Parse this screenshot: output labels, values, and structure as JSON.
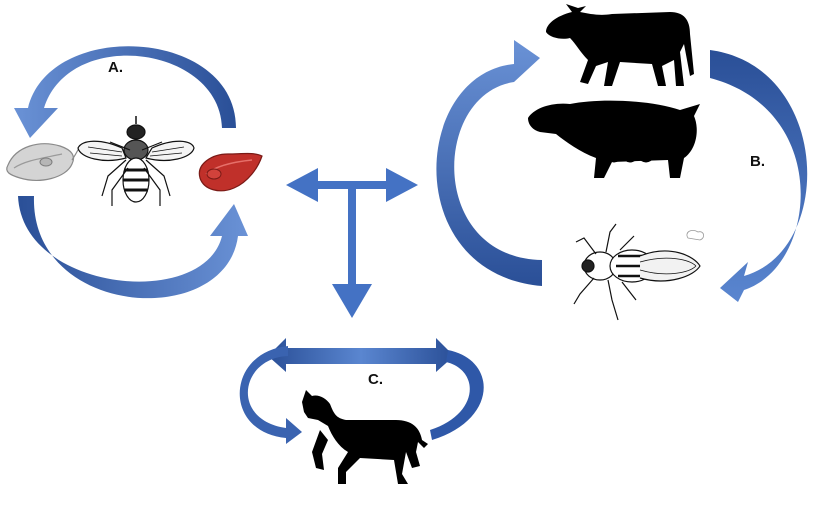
{
  "labels": {
    "panel_a": "A.",
    "panel_b": "B.",
    "panel_c": "C."
  },
  "colors": {
    "arrow_dark": "#2a4f97",
    "arrow_light": "#6a92d6",
    "arrow_mid": "#4472c4",
    "silhouette": "#000000",
    "parasite_host_stage": "#cfcfcf",
    "parasite_vector_stage": "#c0302a"
  },
  "icons": {
    "cycle_a": [
      "trypanosome-grey-icon",
      "tsetse-fly-icon",
      "trypanosome-red-icon"
    ],
    "cycle_b": [
      "cow-icon",
      "pig-icon",
      "biting-fly-icon"
    ],
    "cycle_c": [
      "horse-icon"
    ]
  }
}
